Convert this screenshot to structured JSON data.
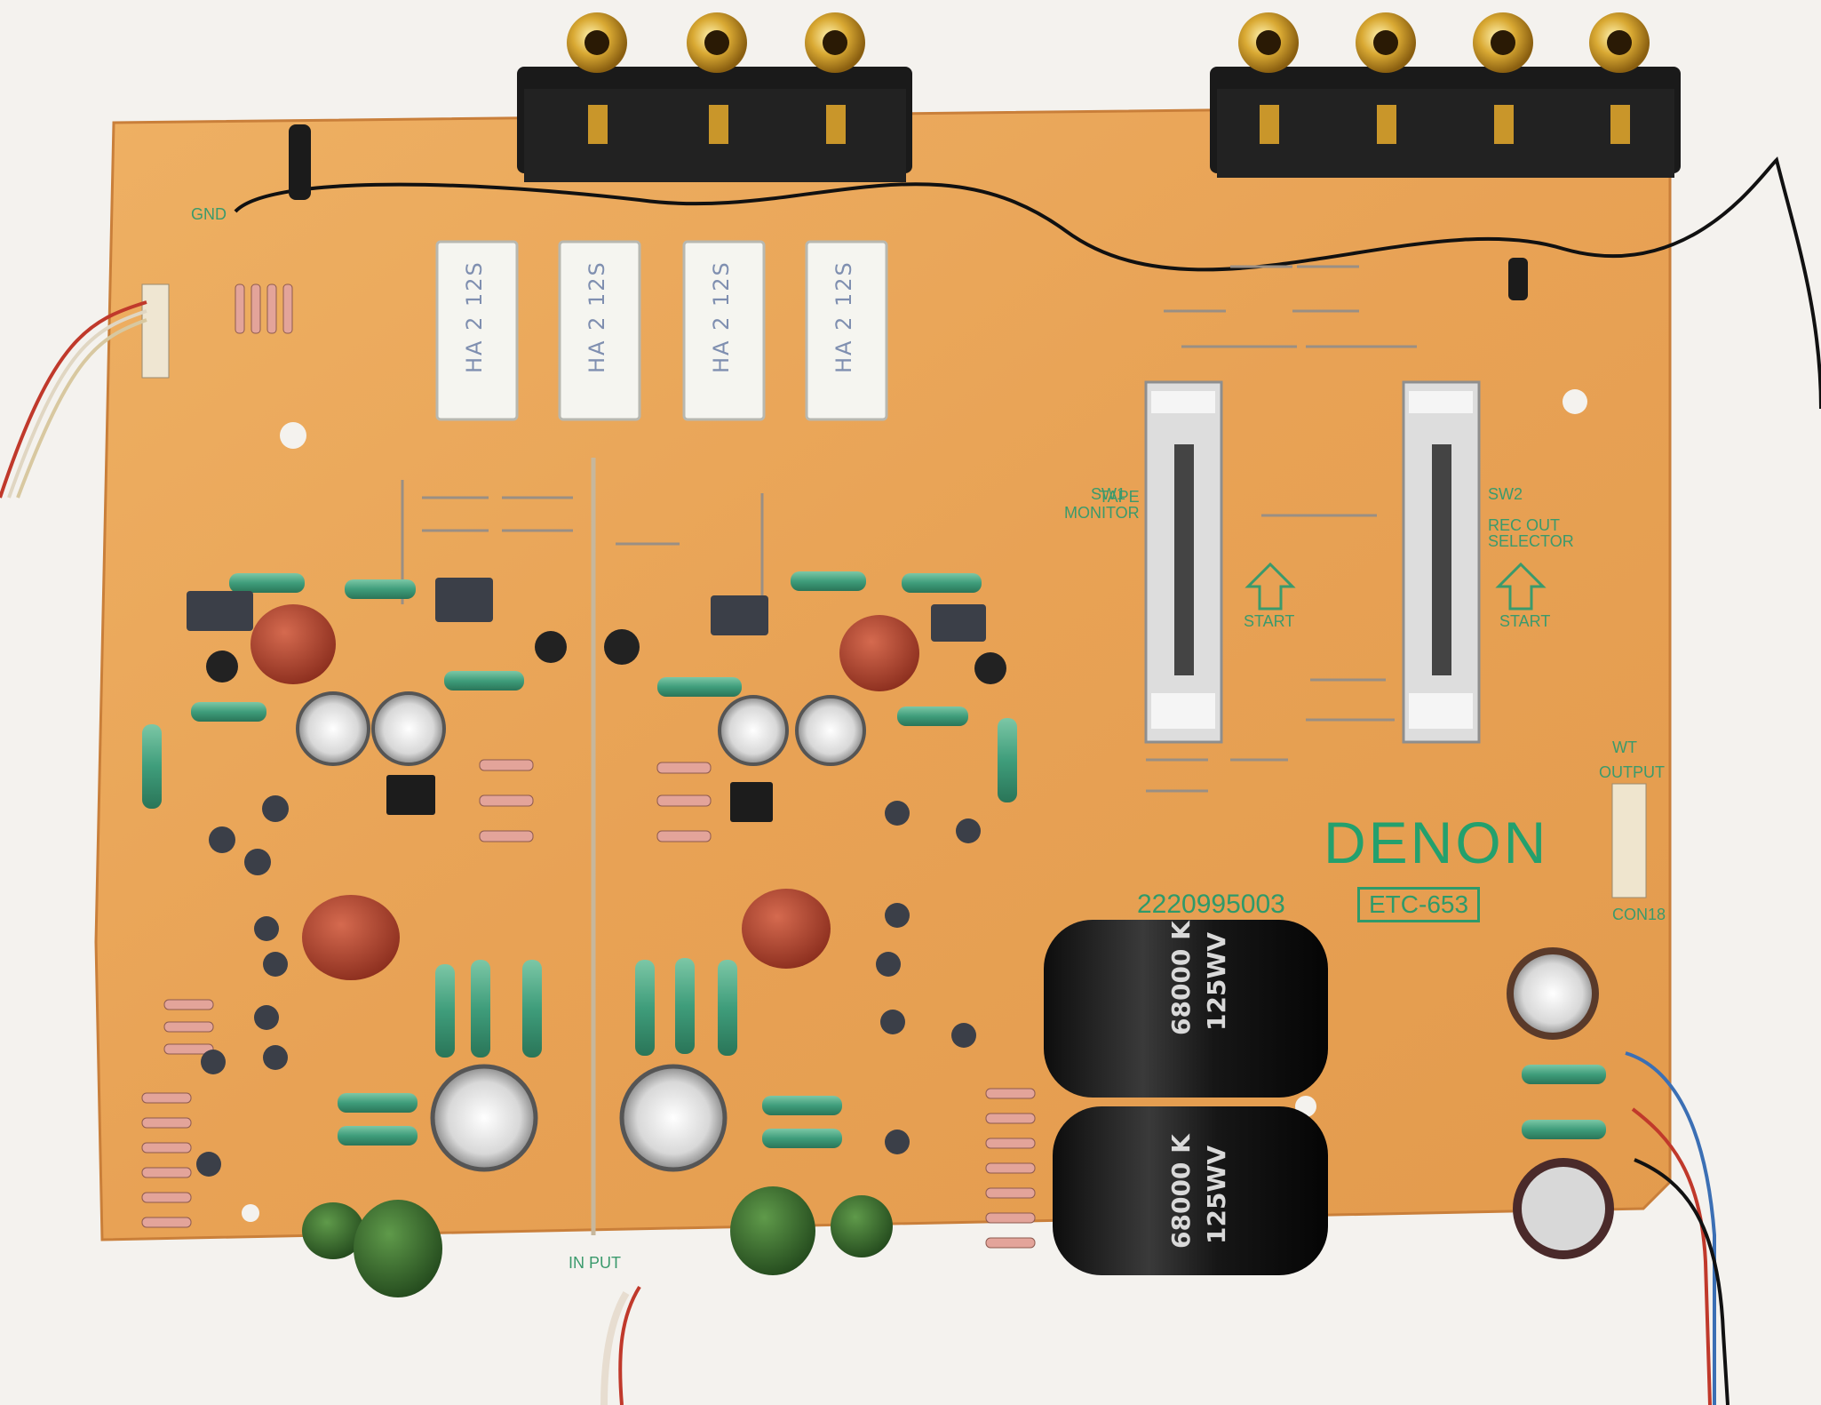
{
  "board": {
    "brand": "DENON",
    "part_number": "2220995003",
    "model": "ETC-653",
    "pcb_color": "#e9a457"
  },
  "silkscreen": {
    "output": "OUTPUT",
    "tape_monitor": "TAPE\nMONITOR",
    "rec_out_selector": "REC OUT\nSELECTOR",
    "sw1": "SW1",
    "sw2": "SW2",
    "start": "START",
    "input": "IN PUT",
    "con": "CON18",
    "gnd": "GND",
    "wt": "WT"
  },
  "capacitors": {
    "large_value": "68000 K",
    "large_voltage": "125WV"
  },
  "relays": {
    "label": "HA 2 12S",
    "count": 4
  },
  "sliders": {
    "count": 2
  }
}
